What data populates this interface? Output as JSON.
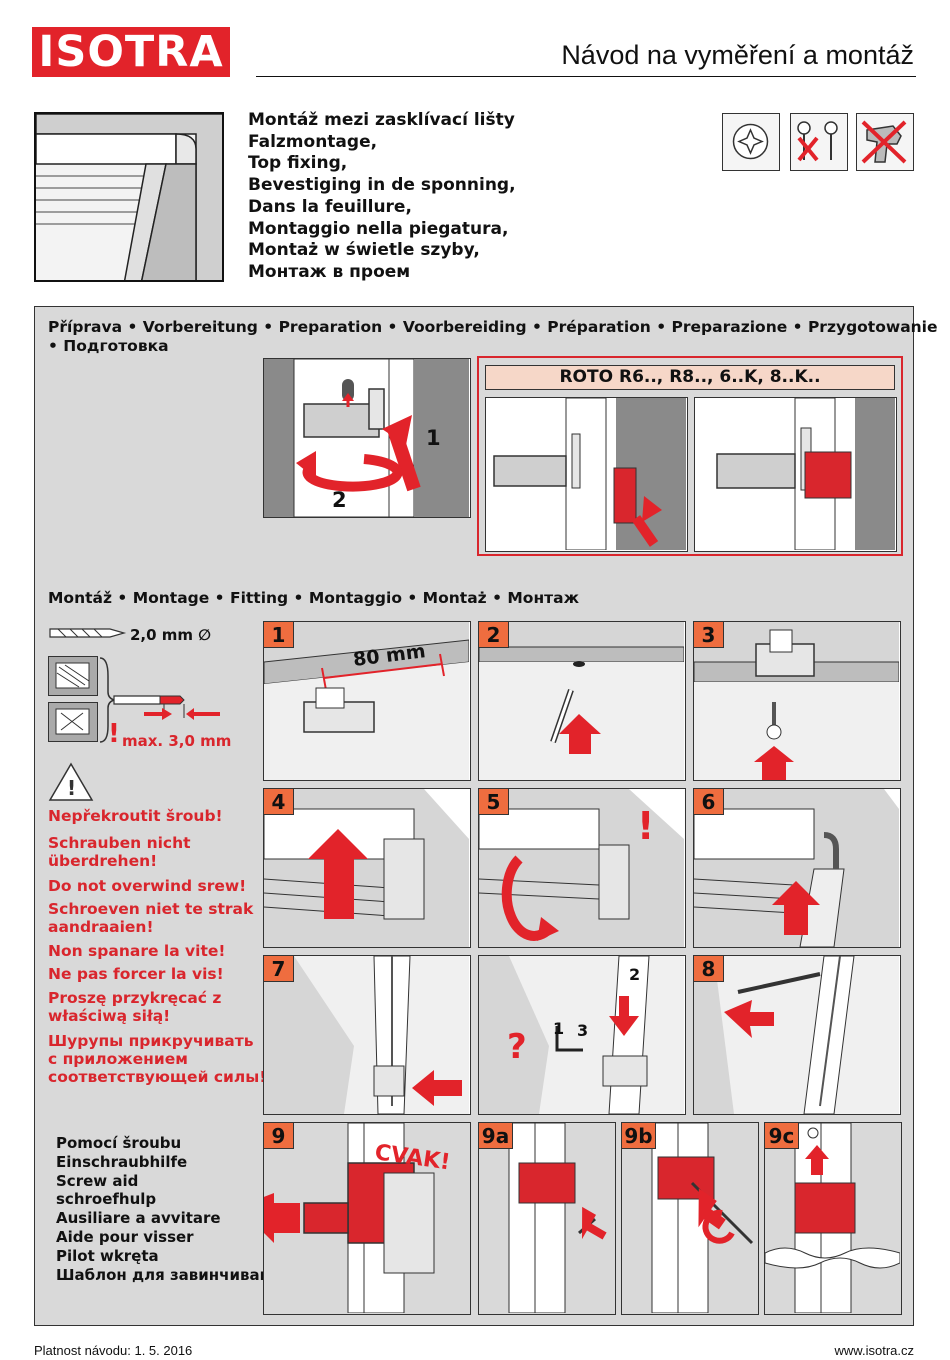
{
  "brand": {
    "logo_text": "ISOTRA"
  },
  "header": {
    "title": "Návod na vyměření a montáž"
  },
  "mount_types": [
    "Montáž mezi zasklívací lišty",
    "Falzmontage,",
    "Top fixing,",
    "Bevestiging in de sponning,",
    "Dans la feuillure,",
    "Montaggio nella piegatura,",
    "Montaż w świetle szyby,",
    "Монтаж в проем"
  ],
  "tool_icons": [
    "torx-screw-icon",
    "no-screwdriver-icon",
    "no-drill-icon"
  ],
  "preparation": {
    "heading_line1": "Příprava • Vorbereitung • Preparation • Voorbereiding • Préparation • Preparazione • Przygotowanie",
    "heading_line2": "• Подготовка",
    "arrow_labels": [
      "1",
      "2"
    ],
    "roto_label": "ROTO R6.., R8.., 6..K, 8..K.."
  },
  "fitting": {
    "heading": "Montáž • Montage • Fitting • Montaggio • Montaż • Монтаж",
    "drill_size": "2,0 mm ∅",
    "max_depth": "max. 3,0 mm",
    "steps": [
      "1",
      "2",
      "3",
      "4",
      "5",
      "6",
      "7",
      "8"
    ],
    "step1_measure": "80 mm",
    "step8_labels": {
      "q": "?",
      "a": "1",
      "b": "2",
      "c": "3"
    }
  },
  "warnings": [
    "Nepřekroutit šroub!",
    "Schrauben nicht",
    "überdrehen!",
    "Do not overwind srew!",
    "Schroeven niet te strak",
    "aandraaien!",
    "Non spanare la vite!",
    "Ne pas forcer la vis!",
    "Proszę przykręcać z",
    "właściwą siłą!",
    "Шурупы прикручивать",
    "с приложением",
    "соответствующей силы!"
  ],
  "screw_aid": {
    "labels": [
      "Pomocí šroubu",
      "Einschraubhilfe",
      "Screw aid",
      "schroefhulp",
      "Ausiliare a avvitare",
      "Aide pour visser",
      "Pilot wkręta",
      "Шаблон для завинчивания"
    ],
    "steps": [
      "9",
      "9a",
      "9b",
      "9c"
    ],
    "click_text": "CVAK!"
  },
  "footer": {
    "validity": "Platnost návodu: 1. 5. 2016",
    "website": "www.isotra.cz"
  },
  "colors": {
    "accent_red": "#e2232a",
    "step_orange": "#ef6d3f",
    "panel_gray": "#d9d9d9",
    "roto_bg": "#f6d7c8"
  }
}
